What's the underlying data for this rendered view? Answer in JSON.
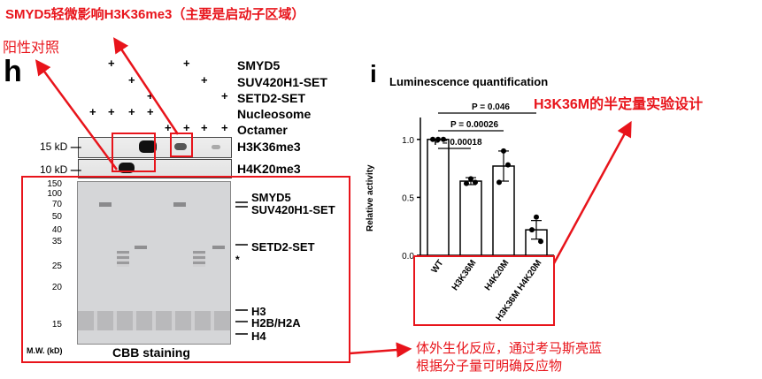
{
  "annotations": {
    "top_title": "SMYD5轻微影响H3K36me3（主要是启动子区域）",
    "positive_control": "阳性对照",
    "quant_note": "H3K36M的半定量实验设计",
    "cbb_note_line1": "体外生化反应，通过考马斯亮蓝",
    "cbb_note_line2": "根据分子量可明确反应物"
  },
  "panel_h": {
    "label": "h",
    "rows": [
      {
        "name": "SMYD5",
        "signs": [
          "",
          "+",
          "",
          "",
          "",
          "+",
          "",
          ""
        ]
      },
      {
        "name": "SUV420H1-SET",
        "signs": [
          "",
          "",
          "+",
          "",
          "",
          "",
          "+",
          ""
        ]
      },
      {
        "name": "SETD2-SET",
        "signs": [
          "",
          "",
          "",
          "+",
          "",
          "",
          "",
          "+"
        ]
      },
      {
        "name": "Nucleosome",
        "signs": [
          "+",
          "+",
          "+",
          "+",
          "",
          "",
          "",
          ""
        ]
      },
      {
        "name": "Octamer",
        "signs": [
          "",
          "",
          "",
          "",
          "+",
          "+",
          "+",
          "+"
        ]
      }
    ],
    "blots": [
      {
        "mw": "15 kD",
        "label": "H3K36me3"
      },
      {
        "mw": "10 kD",
        "label": "H4K20me3"
      }
    ],
    "ladder": [
      "150",
      "100",
      "70",
      "50",
      "40",
      "35",
      "25",
      "20",
      "15"
    ],
    "mw_axis": "M.W. (kD)",
    "staining": "CBB staining",
    "gel_labels": [
      "SMYD5",
      "SUV420H1-SET",
      "SETD2-SET",
      "*",
      "H3",
      "H2B/H2A",
      "H4"
    ]
  },
  "panel_i": {
    "label": "i",
    "chart_data": {
      "type": "bar",
      "title": "Luminescence quantification",
      "ylabel": "Relative activity",
      "categories": [
        "WT",
        "H3K36M",
        "H4K20M",
        "H3K36M H4K20M"
      ],
      "values": [
        1.0,
        0.64,
        0.77,
        0.22
      ],
      "errors": [
        0.0,
        0.03,
        0.13,
        0.08
      ],
      "points": [
        [
          1.0,
          1.0,
          1.0
        ],
        [
          0.66,
          0.62,
          0.63
        ],
        [
          0.9,
          0.63,
          0.78
        ],
        [
          0.33,
          0.22,
          0.12
        ]
      ],
      "ylim": [
        0,
        1.25
      ],
      "yticks": [
        "0.0",
        "0.5",
        "1.0"
      ],
      "pvalues": [
        {
          "text": "P = 0.00018"
        },
        {
          "text": "P = 0.00026"
        },
        {
          "text": "P = 0.046"
        }
      ]
    }
  }
}
